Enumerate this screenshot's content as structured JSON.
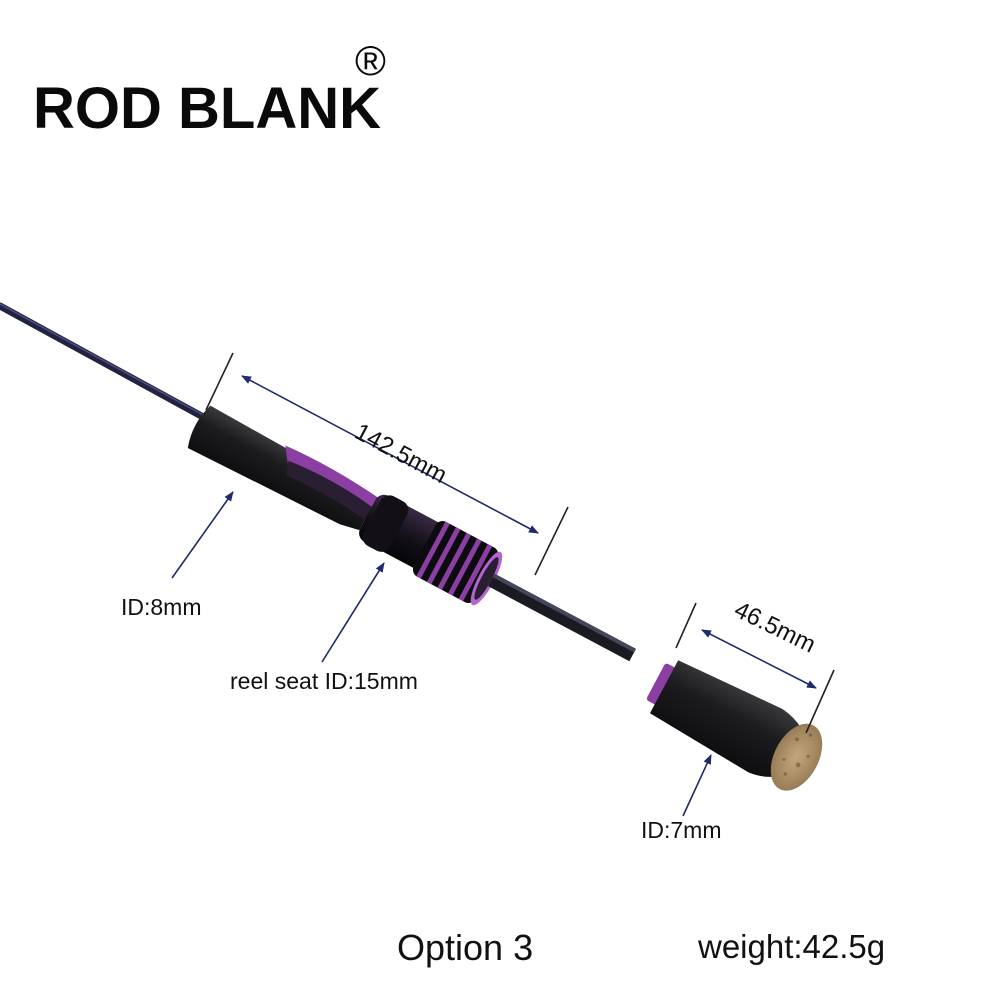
{
  "brand": {
    "name": "ROD BLANK",
    "mark": "®"
  },
  "dimensions": {
    "front_grip_length": "142.5mm",
    "rear_grip_length": "46.5mm"
  },
  "callouts": {
    "front_grip_id": "ID:8mm",
    "reel_seat_id": "reel seat ID:15mm",
    "rear_grip_id": "ID:7mm"
  },
  "footer": {
    "option": "Option 3",
    "weight": "weight:42.5g"
  },
  "colors": {
    "blank": "#22243f",
    "eva_foam": "#1c1c1e",
    "purple_accent": "#8b3fa3",
    "cork": "#b4976b",
    "dimension_arrow": "#1f2a6e"
  }
}
